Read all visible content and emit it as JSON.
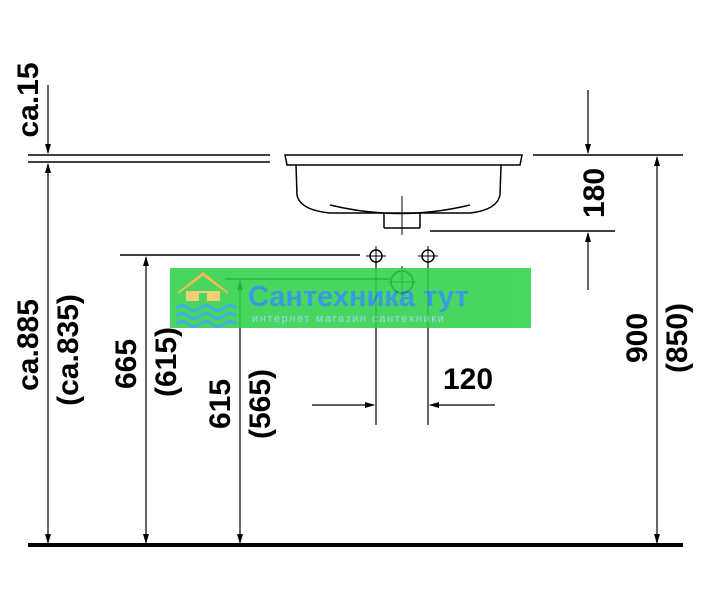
{
  "dimensions": {
    "overflow_gap": "ca.15",
    "sink_depth": "180",
    "counter_height": "ca.885",
    "counter_height_alt": "(ca.835)",
    "left_supply_height": "665",
    "left_supply_height_alt": "(615)",
    "drain_height": "615",
    "drain_height_alt": "(565)",
    "valve_spacing": "120",
    "total_height": "900",
    "total_height_alt": "(850)"
  },
  "watermark": {
    "title": "Сантехника тут",
    "subtitle": "интернет магазин сантехники",
    "colors": {
      "band": "#2fd14b",
      "title": "#1e8fe0",
      "subtitle": "#8fd0f0",
      "logo_house": "#f2b13a",
      "logo_waves": "#2aa6e0"
    }
  }
}
